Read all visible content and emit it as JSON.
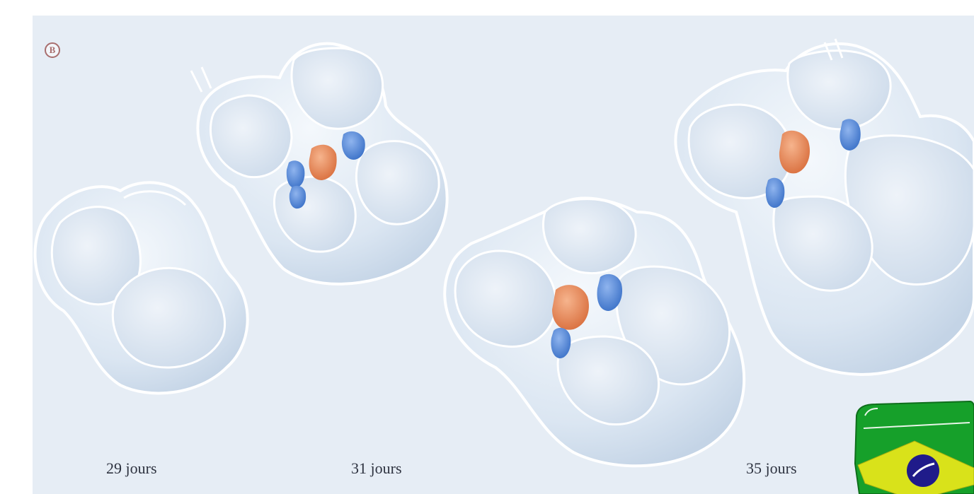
{
  "figure": {
    "panel_letter": "B",
    "stages": [
      {
        "label": "29 jours"
      },
      {
        "label": "31 jours"
      },
      {
        "label": "35 jours"
      }
    ]
  },
  "colors": {
    "background": "#e6edf5",
    "heart_fill": "#dfe8f3",
    "heart_outline": "#ffffff",
    "cushion_orange": "#e88a5a",
    "cushion_blue": "#4f86d6",
    "flag_green": "#16a02a",
    "flag_yellow": "#d9e21a",
    "flag_blue": "#1f1b8a"
  },
  "decoration": {
    "sticker": "brazil-flag-sticker-icon"
  }
}
